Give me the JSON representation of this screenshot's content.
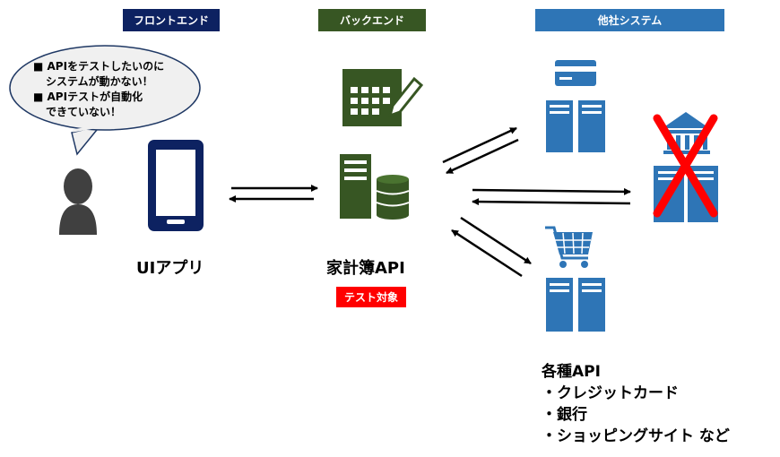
{
  "headers": {
    "frontend": "フロントエンド",
    "backend": "バックエンド",
    "other_systems": "他社システム"
  },
  "speech_bubble": {
    "line1": "■ APIをテストしたいのに",
    "line2": "システムが動かない！",
    "line3": "■ APIテストが自動化",
    "line4": "できていない！"
  },
  "frontend": {
    "label": "UIアプリ"
  },
  "backend": {
    "label": "家計簿API",
    "badge": "テスト対象"
  },
  "external_apis": {
    "title": "各種API",
    "items": [
      "・クレジットカード",
      "・銀行",
      "・ショッピングサイト など"
    ]
  },
  "colors": {
    "frontend": "#0d2261",
    "backend": "#375623",
    "other": "#2e75b6",
    "alert": "#ff0000",
    "person": "#404040"
  },
  "icons": {
    "person": "person-icon",
    "smartphone": "smartphone-icon",
    "calendar": "calendar-icon",
    "server": "server-icon",
    "database": "database-icon",
    "credit_card": "credit-card-icon",
    "bank": "bank-icon",
    "cart": "shopping-cart-icon",
    "unavailable": "cross-mark-icon"
  }
}
